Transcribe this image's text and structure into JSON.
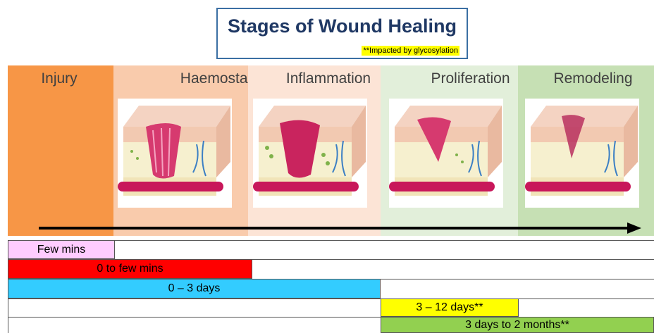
{
  "title": "Stages of Wound Healing",
  "subtitle": "**Impacted by glycosylation",
  "stages": [
    {
      "label": "Injury",
      "color": "#f79646"
    },
    {
      "label": "Haemostasis",
      "color": "#f9cbac"
    },
    {
      "label": "Inflammation",
      "color": "#fce4d6"
    },
    {
      "label": "Proliferation",
      "color": "#e2efda"
    },
    {
      "label": "Remodeling",
      "color": "#c6e0b4"
    }
  ],
  "durations": [
    {
      "label": "Few mins",
      "color": "#ffccff"
    },
    {
      "label": "0 to few mins",
      "color": "#ff0000"
    },
    {
      "label": "0 – 3 days",
      "color": "#33ccff"
    },
    {
      "label": "3 – 12 days**",
      "color": "#ffff00"
    },
    {
      "label": "3 days to 2 months**",
      "color": "#92d050"
    }
  ]
}
